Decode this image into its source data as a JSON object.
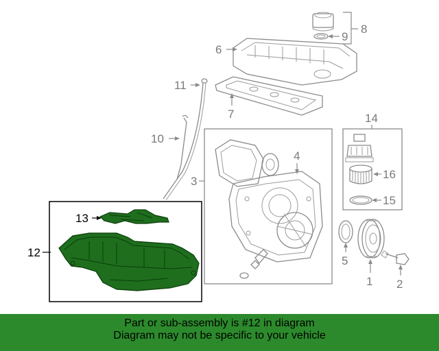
{
  "callouts": {
    "c1": "1",
    "c2": "2",
    "c3": "3",
    "c4": "4",
    "c5": "5",
    "c6": "6",
    "c7": "7",
    "c8": "8",
    "c9": "9",
    "c10": "10",
    "c11": "11",
    "c12": "12",
    "c13": "13",
    "c14": "14",
    "c15": "15",
    "c16": "16"
  },
  "highlight_color": "#1e6e1e",
  "footer": {
    "line1": "Part or sub-assembly is #12 in diagram",
    "line2": "Diagram may not be specific to your vehicle",
    "background": "#2c8a2c"
  }
}
